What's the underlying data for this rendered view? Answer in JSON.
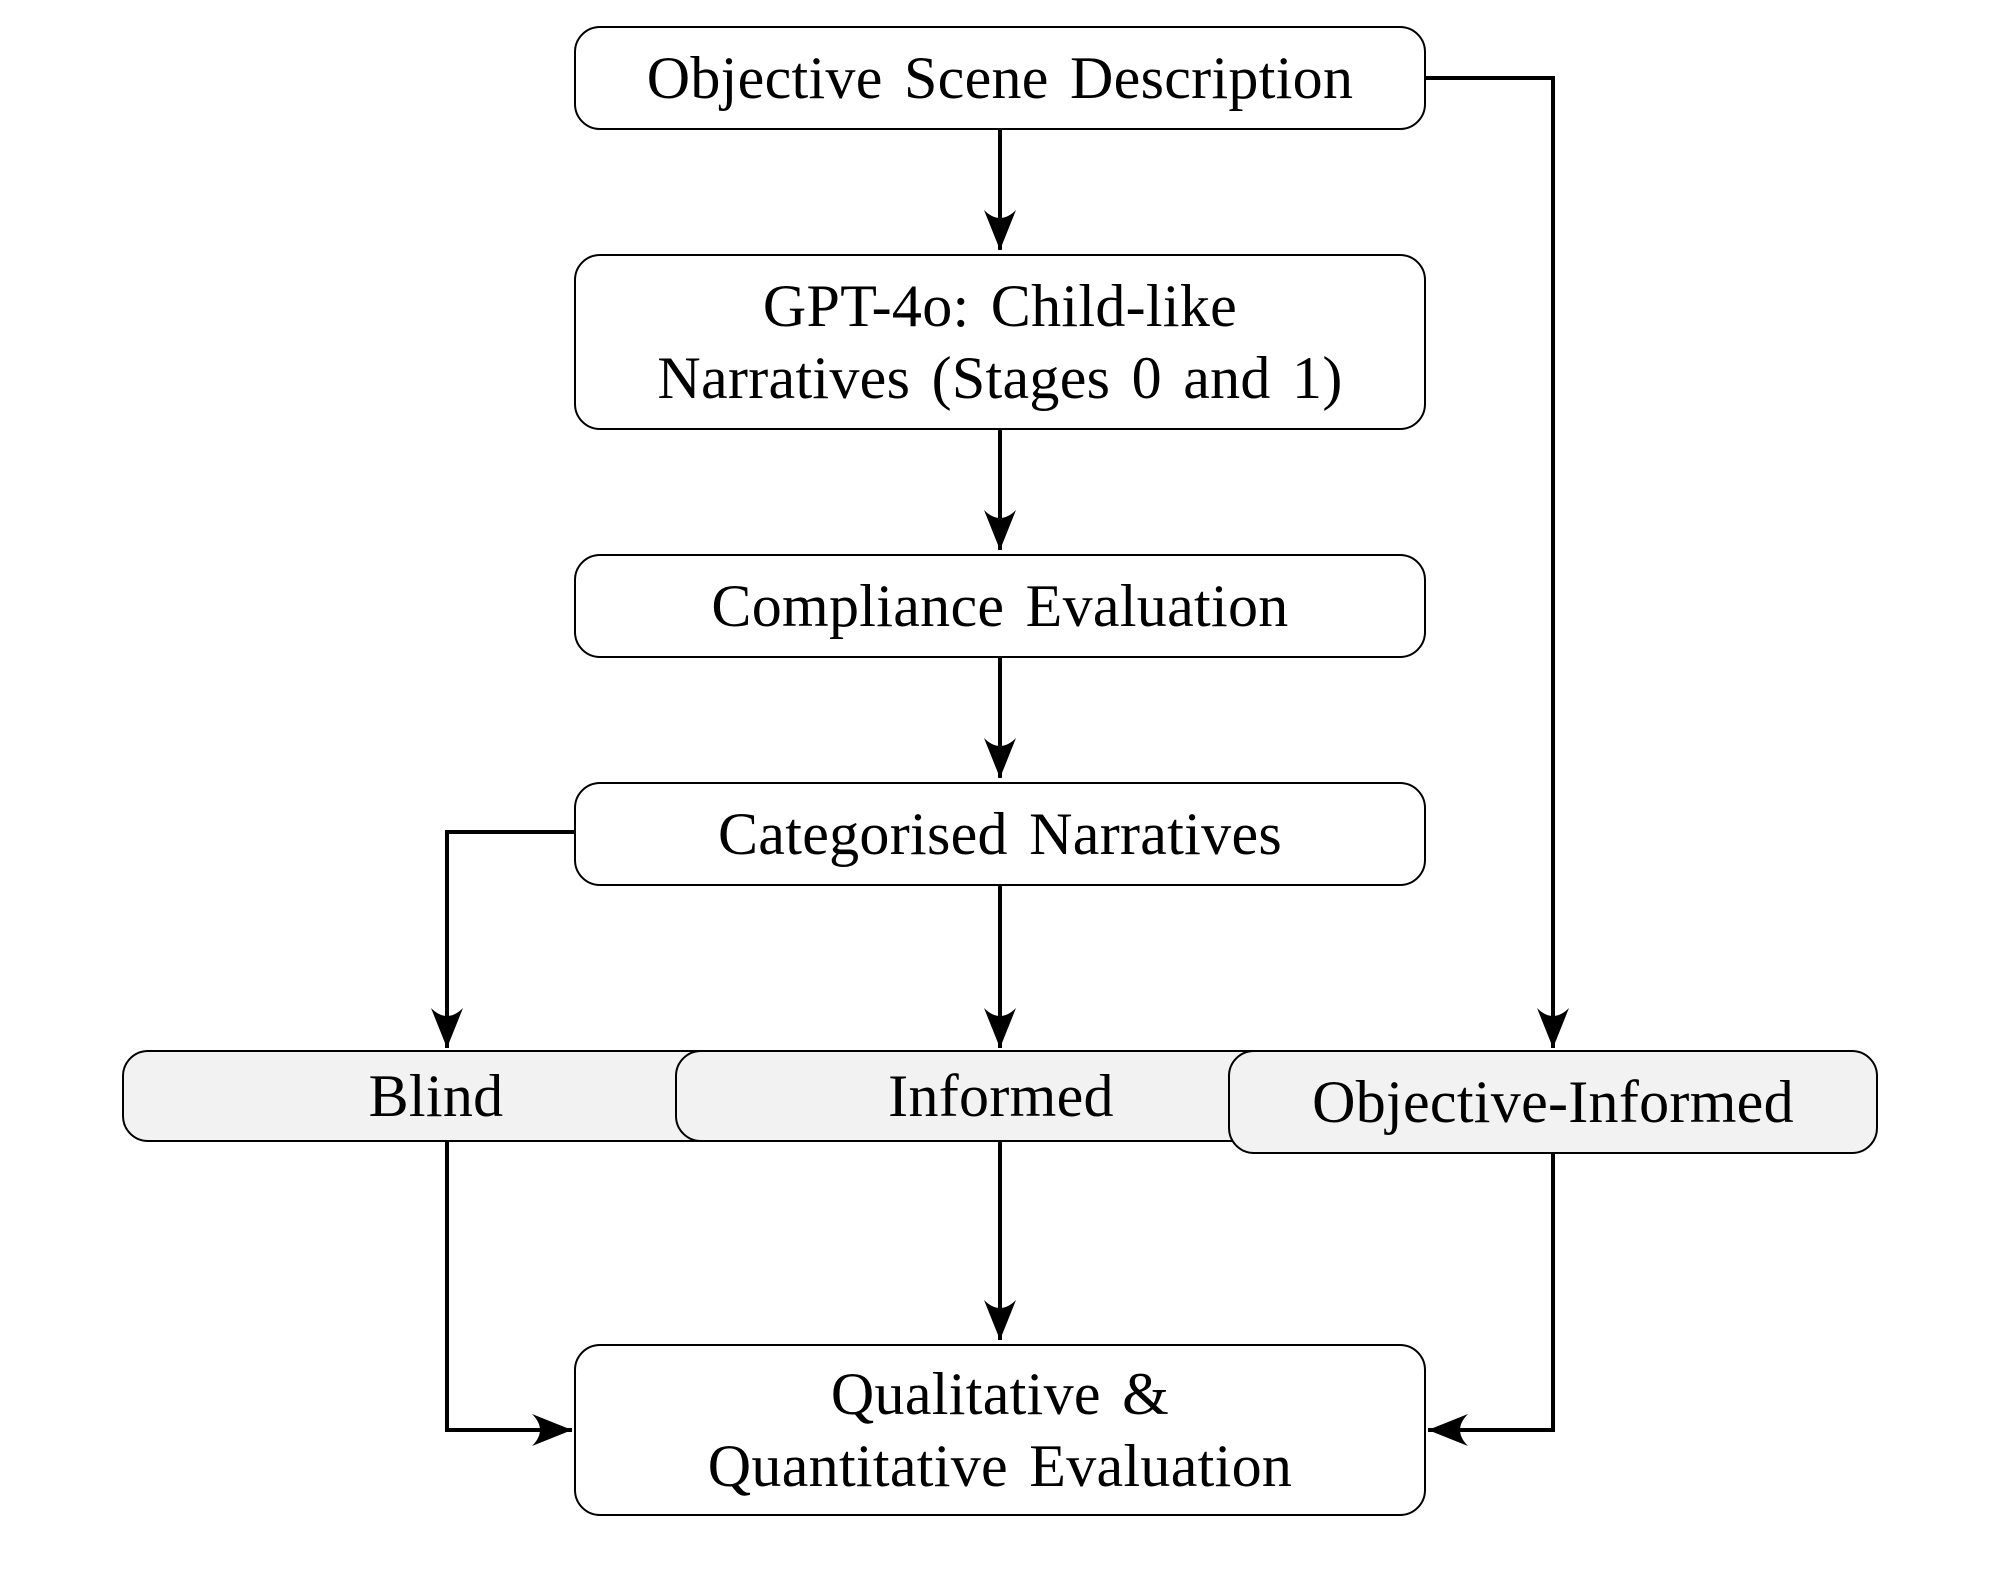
{
  "diagram": {
    "nodes": {
      "objective_scene": {
        "lines": [
          "Objective Scene Description"
        ]
      },
      "gpt4o": {
        "lines": [
          "GPT-4o: Child-like",
          "Narratives (Stages 0 and 1)"
        ]
      },
      "compliance": {
        "lines": [
          "Compliance Evaluation"
        ]
      },
      "categorised": {
        "lines": [
          "Categorised Narratives"
        ]
      },
      "blind": {
        "lines": [
          "Blind"
        ]
      },
      "informed": {
        "lines": [
          "Informed"
        ]
      },
      "objective_informed": {
        "lines": [
          "Objective-Informed"
        ]
      },
      "evaluation": {
        "lines": [
          "Qualitative &",
          "Quantitative Evaluation"
        ]
      }
    },
    "edges": [
      {
        "from": "objective_scene",
        "to": "gpt4o"
      },
      {
        "from": "gpt4o",
        "to": "compliance"
      },
      {
        "from": "compliance",
        "to": "categorised"
      },
      {
        "from": "categorised",
        "to": "blind"
      },
      {
        "from": "categorised",
        "to": "informed"
      },
      {
        "from": "objective_scene",
        "to": "objective_informed"
      },
      {
        "from": "blind",
        "to": "evaluation"
      },
      {
        "from": "informed",
        "to": "evaluation"
      },
      {
        "from": "objective_informed",
        "to": "evaluation"
      }
    ],
    "colors": {
      "line": "#000000",
      "node_fill": "#ffffff",
      "category_fill": "#f2f2f2"
    }
  }
}
